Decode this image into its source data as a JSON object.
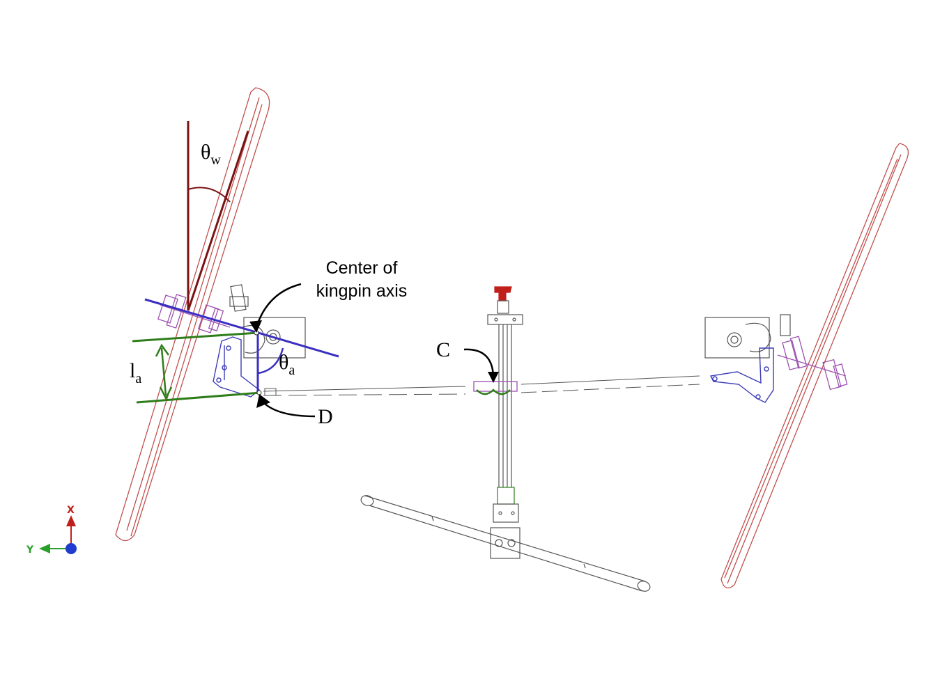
{
  "labels": {
    "theta_w": {
      "base": "θ",
      "sub": "w"
    },
    "theta_a": {
      "base": "θ",
      "sub": "a"
    },
    "l_a": {
      "base": "l",
      "sub": "a"
    },
    "C": "C",
    "D": "D",
    "kingpin_line1": "Center of",
    "kingpin_line2": "kingpin axis"
  },
  "triad": {
    "x_label": "X",
    "y_label": "Y"
  },
  "colors": {
    "wheel": "#8b1a1a",
    "wheel_outline": "#c0504d",
    "angle_marker": "#7a1212",
    "kingpin_line": "#3a2fc0",
    "arm_line": "#2e7d1a",
    "frame": "#555555",
    "bracket": "#3b3bb8",
    "hub": "#9b4fb0",
    "pivot_blue": "#1f3bd0",
    "handle_red": "#c0201a",
    "x_axis": "#c0201a",
    "y_axis": "#2aa02a",
    "z_axis": "#1f3bd0"
  }
}
